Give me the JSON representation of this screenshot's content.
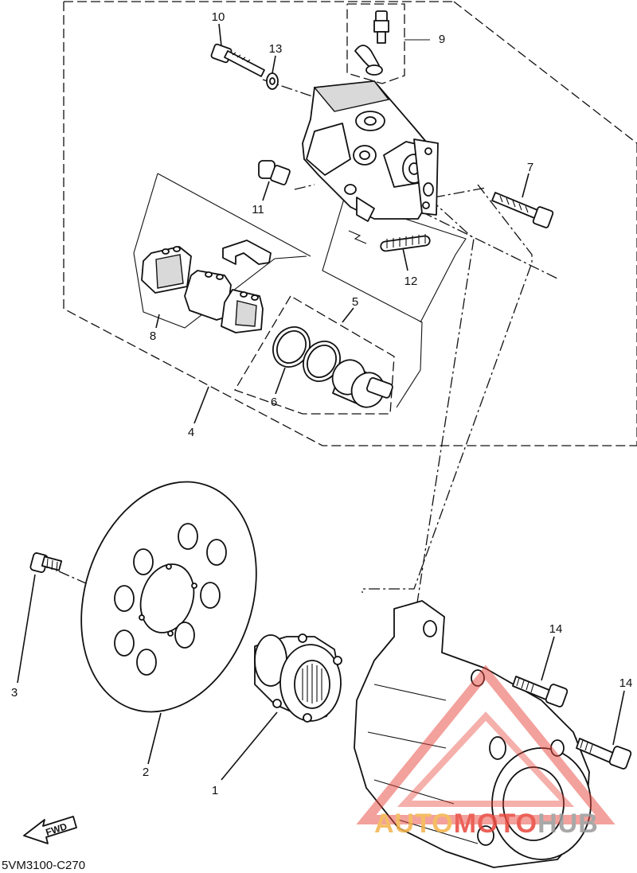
{
  "diagram": {
    "callouts": {
      "c1": "1",
      "c2": "2",
      "c3": "3",
      "c4": "4",
      "c5": "5",
      "c6": "6",
      "c7": "7",
      "c8": "8",
      "c9": "9",
      "c10": "10",
      "c11": "11",
      "c12": "12",
      "c13": "13",
      "c14a": "14",
      "c14b": "14"
    },
    "drawing_code": "5VM3100-C270",
    "fwd_label": "FWD",
    "watermark": {
      "text_part1": "AUTO",
      "text_part2": "MOTO",
      "text_part3": "HUB",
      "color_orange": "#f3b24a",
      "color_red": "#e8463c",
      "color_gray": "#9a9a9a"
    }
  }
}
